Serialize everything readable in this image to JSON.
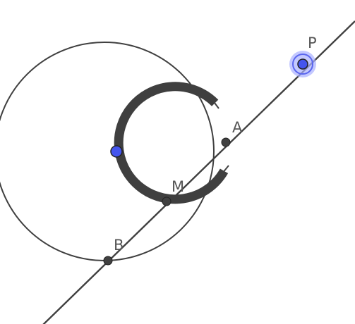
{
  "labels": {
    "P": "P",
    "A": "A",
    "M": "M",
    "B": "B"
  },
  "colors": {
    "background": "#ffffff",
    "line": "#404040",
    "arc": "#3f3f3f",
    "point_dark": "#404040",
    "point_free": "#4455ee",
    "selection_halo": "#aab0ff",
    "selection_ring": "#5a66ee"
  },
  "state": {
    "selected_point": "P"
  }
}
